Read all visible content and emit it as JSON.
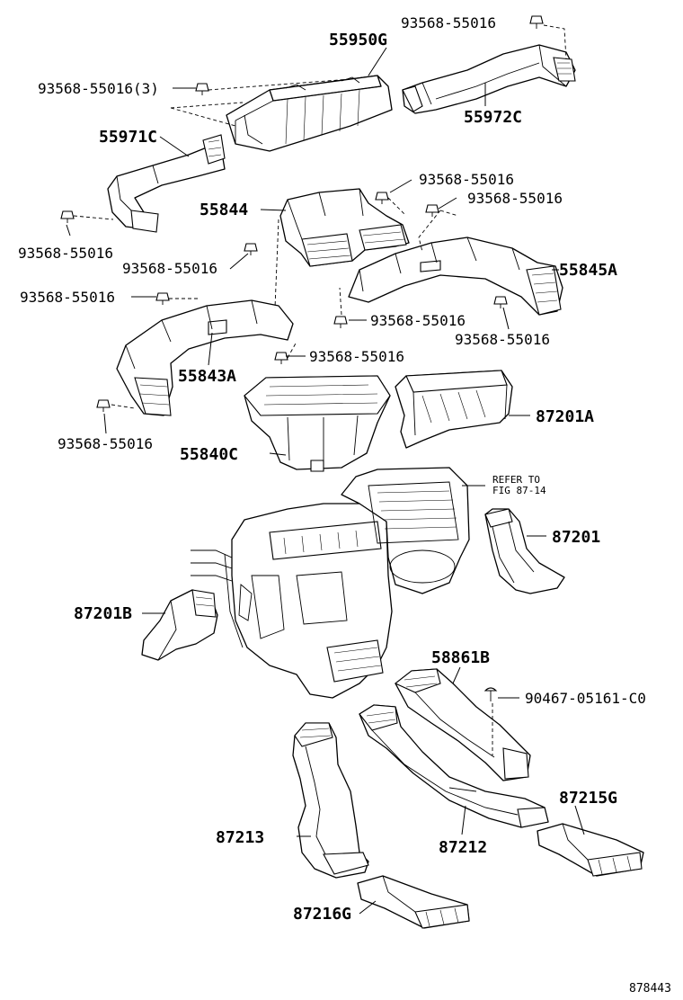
{
  "labels": {
    "p55950g": "55950G",
    "p55972c": "55972C",
    "p55971c": "55971C",
    "p55844": "55844",
    "p55845a": "55845A",
    "p55843a": "55843A",
    "p55840c": "55840C",
    "p87201a": "87201A",
    "p87201": "87201",
    "p87201b": "87201B",
    "p58861b": "58861B",
    "p87215g": "87215G",
    "p87213": "87213",
    "p87212": "87212",
    "p87216g": "87216G",
    "bolt": "93568-55016",
    "bolt3": "93568-55016(3)",
    "screw": "90467-05161-C0",
    "refer_line1": "REFER TO",
    "refer_line2": "FIG 87-14",
    "diagram_id": "878443"
  }
}
